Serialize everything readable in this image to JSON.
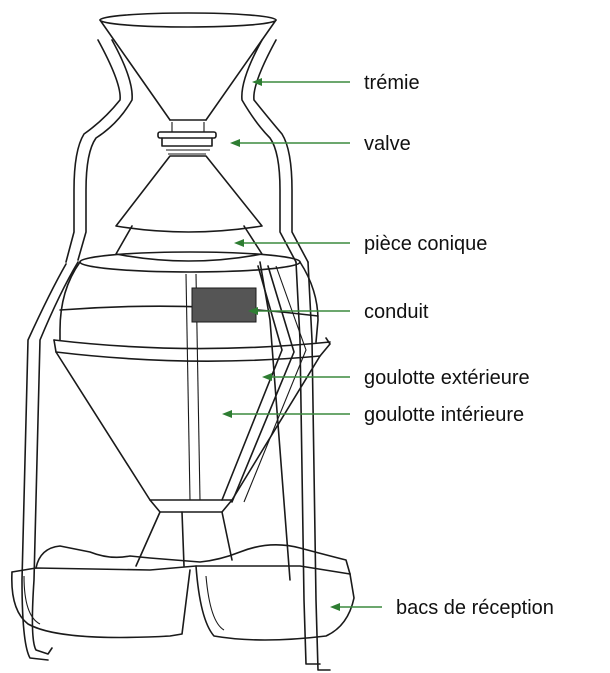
{
  "labels": {
    "hopper": "trémie",
    "valve": "valve",
    "cone": "pièce conique",
    "duct": "conduit",
    "outer_chute": "goulotte extérieure",
    "inner_chute": "goulotte intérieure",
    "bins": "bacs de réception"
  },
  "colors": {
    "arrow": "#2e7d32",
    "outline": "#1a1a1a",
    "duct_fill": "#555555"
  }
}
